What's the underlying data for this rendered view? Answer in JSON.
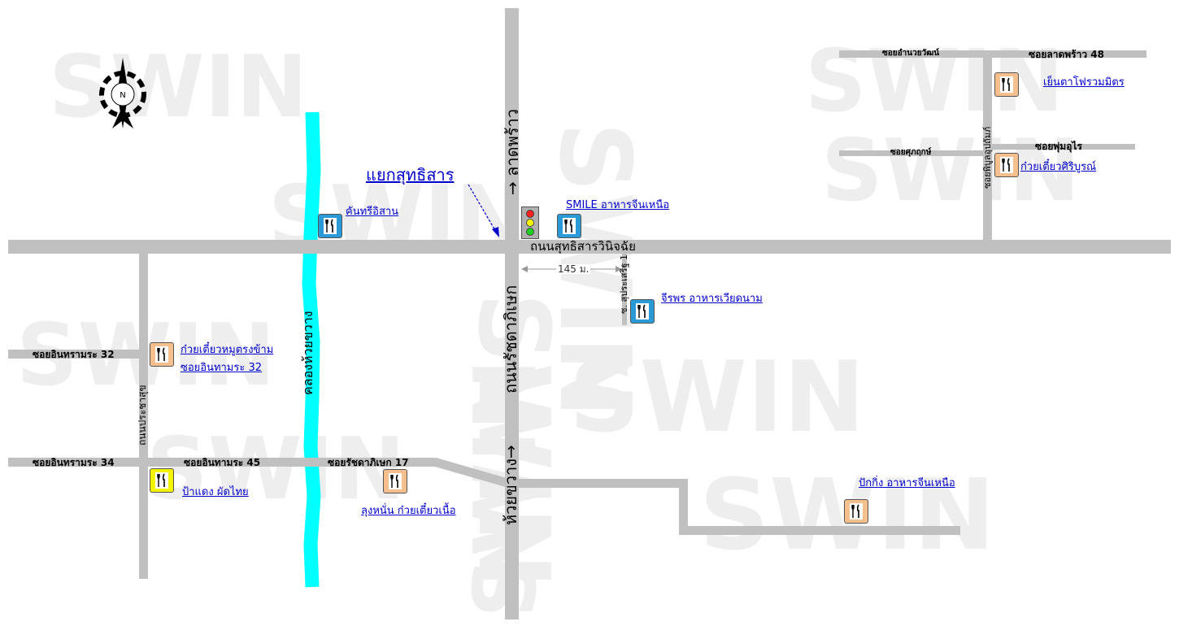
{
  "watermarks": [
    "SWIN",
    "SWIN",
    "SWIN",
    "SWIN",
    "SWIN",
    "SWIN",
    "SWIN",
    "SWIN",
    "SWIN",
    "SWIN",
    "SWIN"
  ],
  "compass": {
    "label": "N"
  },
  "intersection": {
    "label": "แยกสุทธิสาร"
  },
  "roads": {
    "main_horizontal": "ถนนสุทธิสารวินิจฉัย",
    "north_label": "→ ลาดพร้าว",
    "ratchada": "ถนนรัชดาภิเษก",
    "south_label": "ห้วยขวาง→",
    "canal": "คลองห้วยขวาง",
    "pracha_suk": "ถนนประชาสุข",
    "soi_inthamara_32": "ซอยอินทรามระ 32",
    "soi_inthamara_34": "ซอยอินทรามระ 34",
    "soi_inthamara_45": "ซอยอินทามระ 45",
    "soi_ratchada_17": "ซอยรัชดาภิเษก 17",
    "soi_sapan_kwai": "ซ. สุประเสริฐ 1",
    "soi_amnuay": "ซอยอำนวยวัฒน์",
    "soi_ladprao_48": "ซอยลาดพร้าว 48",
    "soi_sukrit": "ซอยศุภฤกษ์",
    "soi_phumsuk": "ซอยพุ่มอุไร",
    "soi_phibun": "ซอยพิบูลอุปถัมภ์"
  },
  "distance_label": "145 ม.",
  "restaurants": [
    {
      "id": "kanthri",
      "label": "คันทรีอิสาน",
      "color": "blue"
    },
    {
      "id": "smile",
      "label": "SMILE อาหารจีนเหนือ",
      "color": "blue"
    },
    {
      "id": "jiraporn",
      "label": "จีรพร อาหารเวียดนาม",
      "color": "blue"
    },
    {
      "id": "kuaytiew_moo",
      "label": "ก๋วยเตี๋ยวหมูตรงข้าม",
      "label2": "ซอยอินทามระ 32",
      "color": "peach"
    },
    {
      "id": "pataeng",
      "label": "ป้าแดง ผัดไทย",
      "color": "yellow"
    },
    {
      "id": "lunghnan",
      "label": "ลุงหนั่น ก๋วยเตี๋ยวเนื้อ",
      "color": "peach"
    },
    {
      "id": "pakking",
      "label": "ปักกิ่ง อาหารจีนเหนือ",
      "color": "peach"
    },
    {
      "id": "yentafo",
      "label": "เย็นตาโฟรวมมิตร",
      "color": "peach"
    },
    {
      "id": "siriboon",
      "label": "ก๋วยเตี๋ยวศิริบูรณ์",
      "color": "peach"
    }
  ],
  "colors": {
    "road": "#c0c0c0",
    "canal": "#00ffff",
    "link": "#0000cc",
    "poi_blue": "#2a9ad6",
    "poi_peach": "#f6c08e",
    "poi_yellow": "#f4f400"
  }
}
